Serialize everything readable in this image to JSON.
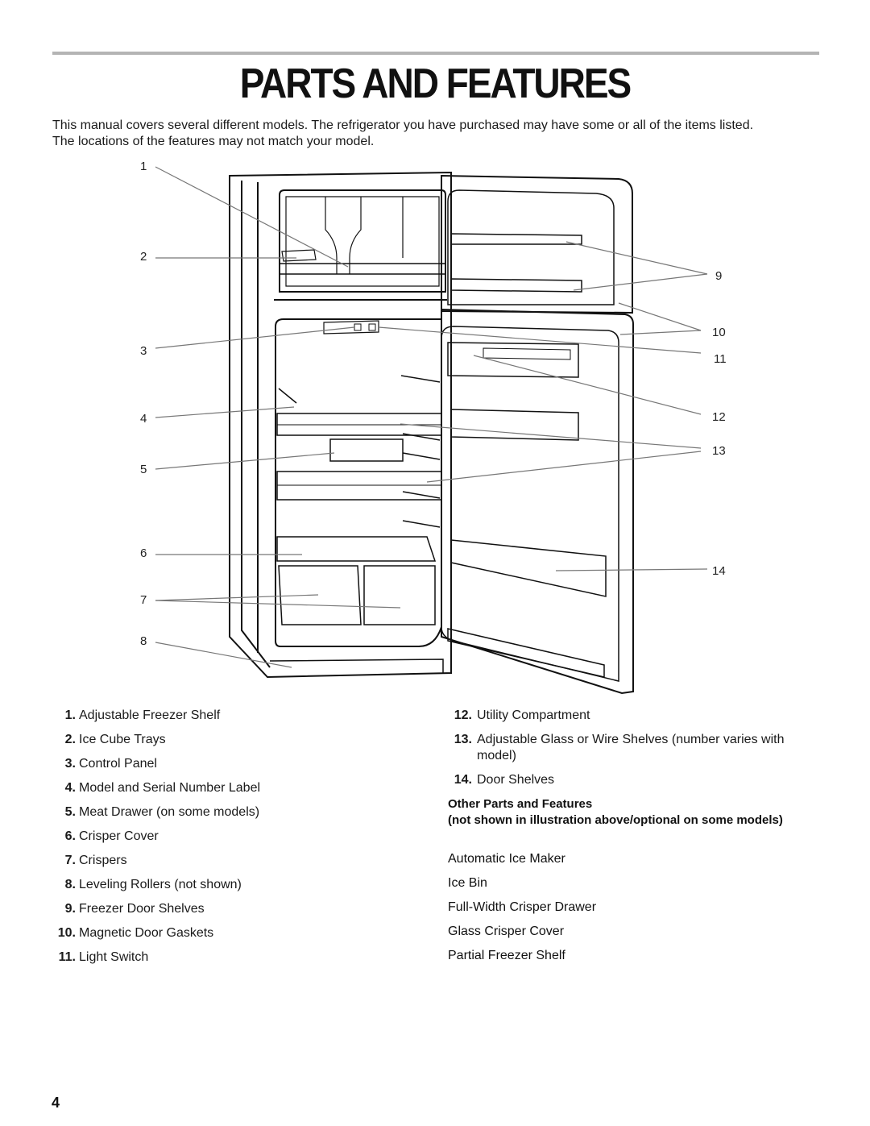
{
  "page": {
    "title": "PARTS AND FEATURES",
    "intro_line1": "This manual covers several different models. The refrigerator you have purchased may have some or all of the items listed.",
    "intro_line2": "The locations of the features may not match your model.",
    "page_number": "4"
  },
  "callouts": [
    "1",
    "2",
    "3",
    "4",
    "5",
    "6",
    "7",
    "8",
    "9",
    "10",
    "11",
    "12",
    "13",
    "14"
  ],
  "parts_left": [
    {
      "num": "1.",
      "label": "Adjustable Freezer Shelf"
    },
    {
      "num": "2.",
      "label": "Ice Cube Trays"
    },
    {
      "num": "3.",
      "label": "Control Panel"
    },
    {
      "num": "4.",
      "label": "Model and Serial Number Label"
    },
    {
      "num": "5.",
      "label": "Meat Drawer (on some models)"
    },
    {
      "num": "6.",
      "label": "Crisper Cover"
    },
    {
      "num": "7.",
      "label": "Crispers"
    },
    {
      "num": "8.",
      "label": "Leveling Rollers (not shown)"
    },
    {
      "num": "9.",
      "label": "Freezer Door Shelves"
    },
    {
      "num": "10.",
      "label": "Magnetic Door Gaskets"
    },
    {
      "num": "11.",
      "label": "Light Switch"
    }
  ],
  "parts_right": [
    {
      "num": "12.",
      "label": "Utility Compartment"
    },
    {
      "num": "13.",
      "label": "Adjustable Glass or Wire Shelves (number varies with model)"
    },
    {
      "num": "14.",
      "label": "Door Shelves"
    }
  ],
  "other": {
    "heading": "Other Parts and Features",
    "subheading": "(not shown in illustration above/optional on some models)",
    "items": [
      "Automatic Ice Maker",
      "Ice Bin",
      "Full-Width Crisper Drawer",
      "Glass Crisper Cover",
      "Partial Freezer Shelf"
    ]
  }
}
